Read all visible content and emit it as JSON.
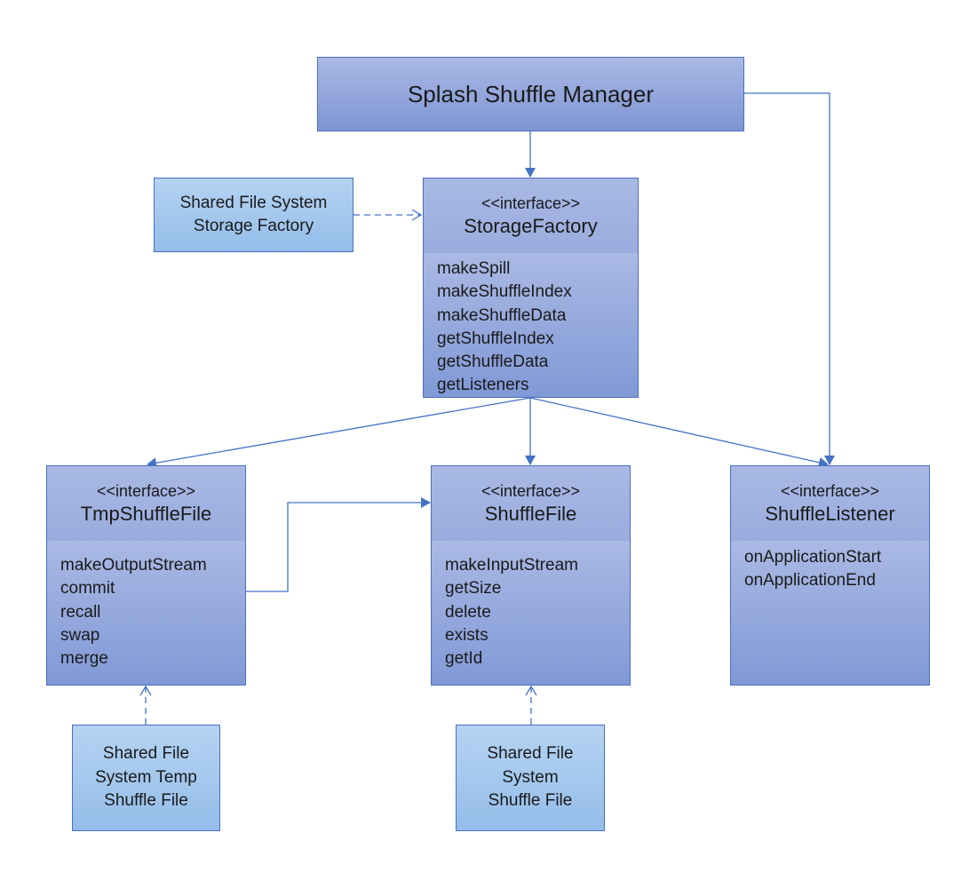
{
  "manager": {
    "title": "Splash Shuffle Manager"
  },
  "factory_impl": {
    "lines": [
      "Shared File System",
      "Storage Factory"
    ]
  },
  "storage_factory": {
    "stereotype": "<<interface>>",
    "name": "StorageFactory",
    "operations": [
      "makeSpill",
      "makeShuffleIndex",
      "makeShuffleData",
      "getShuffleIndex",
      "getShuffleData",
      "getListeners"
    ]
  },
  "tmp_shuffle_file": {
    "stereotype": "<<interface>>",
    "name": "TmpShuffleFile",
    "operations": [
      "makeOutputStream",
      "commit",
      "recall",
      "swap",
      "merge"
    ]
  },
  "shuffle_file": {
    "stereotype": "<<interface>>",
    "name": "ShuffleFile",
    "operations": [
      "makeInputStream",
      "getSize",
      "delete",
      "exists",
      "getId"
    ]
  },
  "shuffle_listener": {
    "stereotype": "<<interface>>",
    "name": "ShuffleListener",
    "operations": [
      "onApplicationStart",
      "onApplicationEnd"
    ]
  },
  "tmp_file_impl": {
    "lines": [
      "Shared File",
      "System Temp",
      "Shuffle File"
    ]
  },
  "file_impl": {
    "lines": [
      "Shared File",
      "System",
      "Shuffle File"
    ]
  },
  "colors": {
    "connector": "#4472c4",
    "border": "#4a6fbf"
  }
}
